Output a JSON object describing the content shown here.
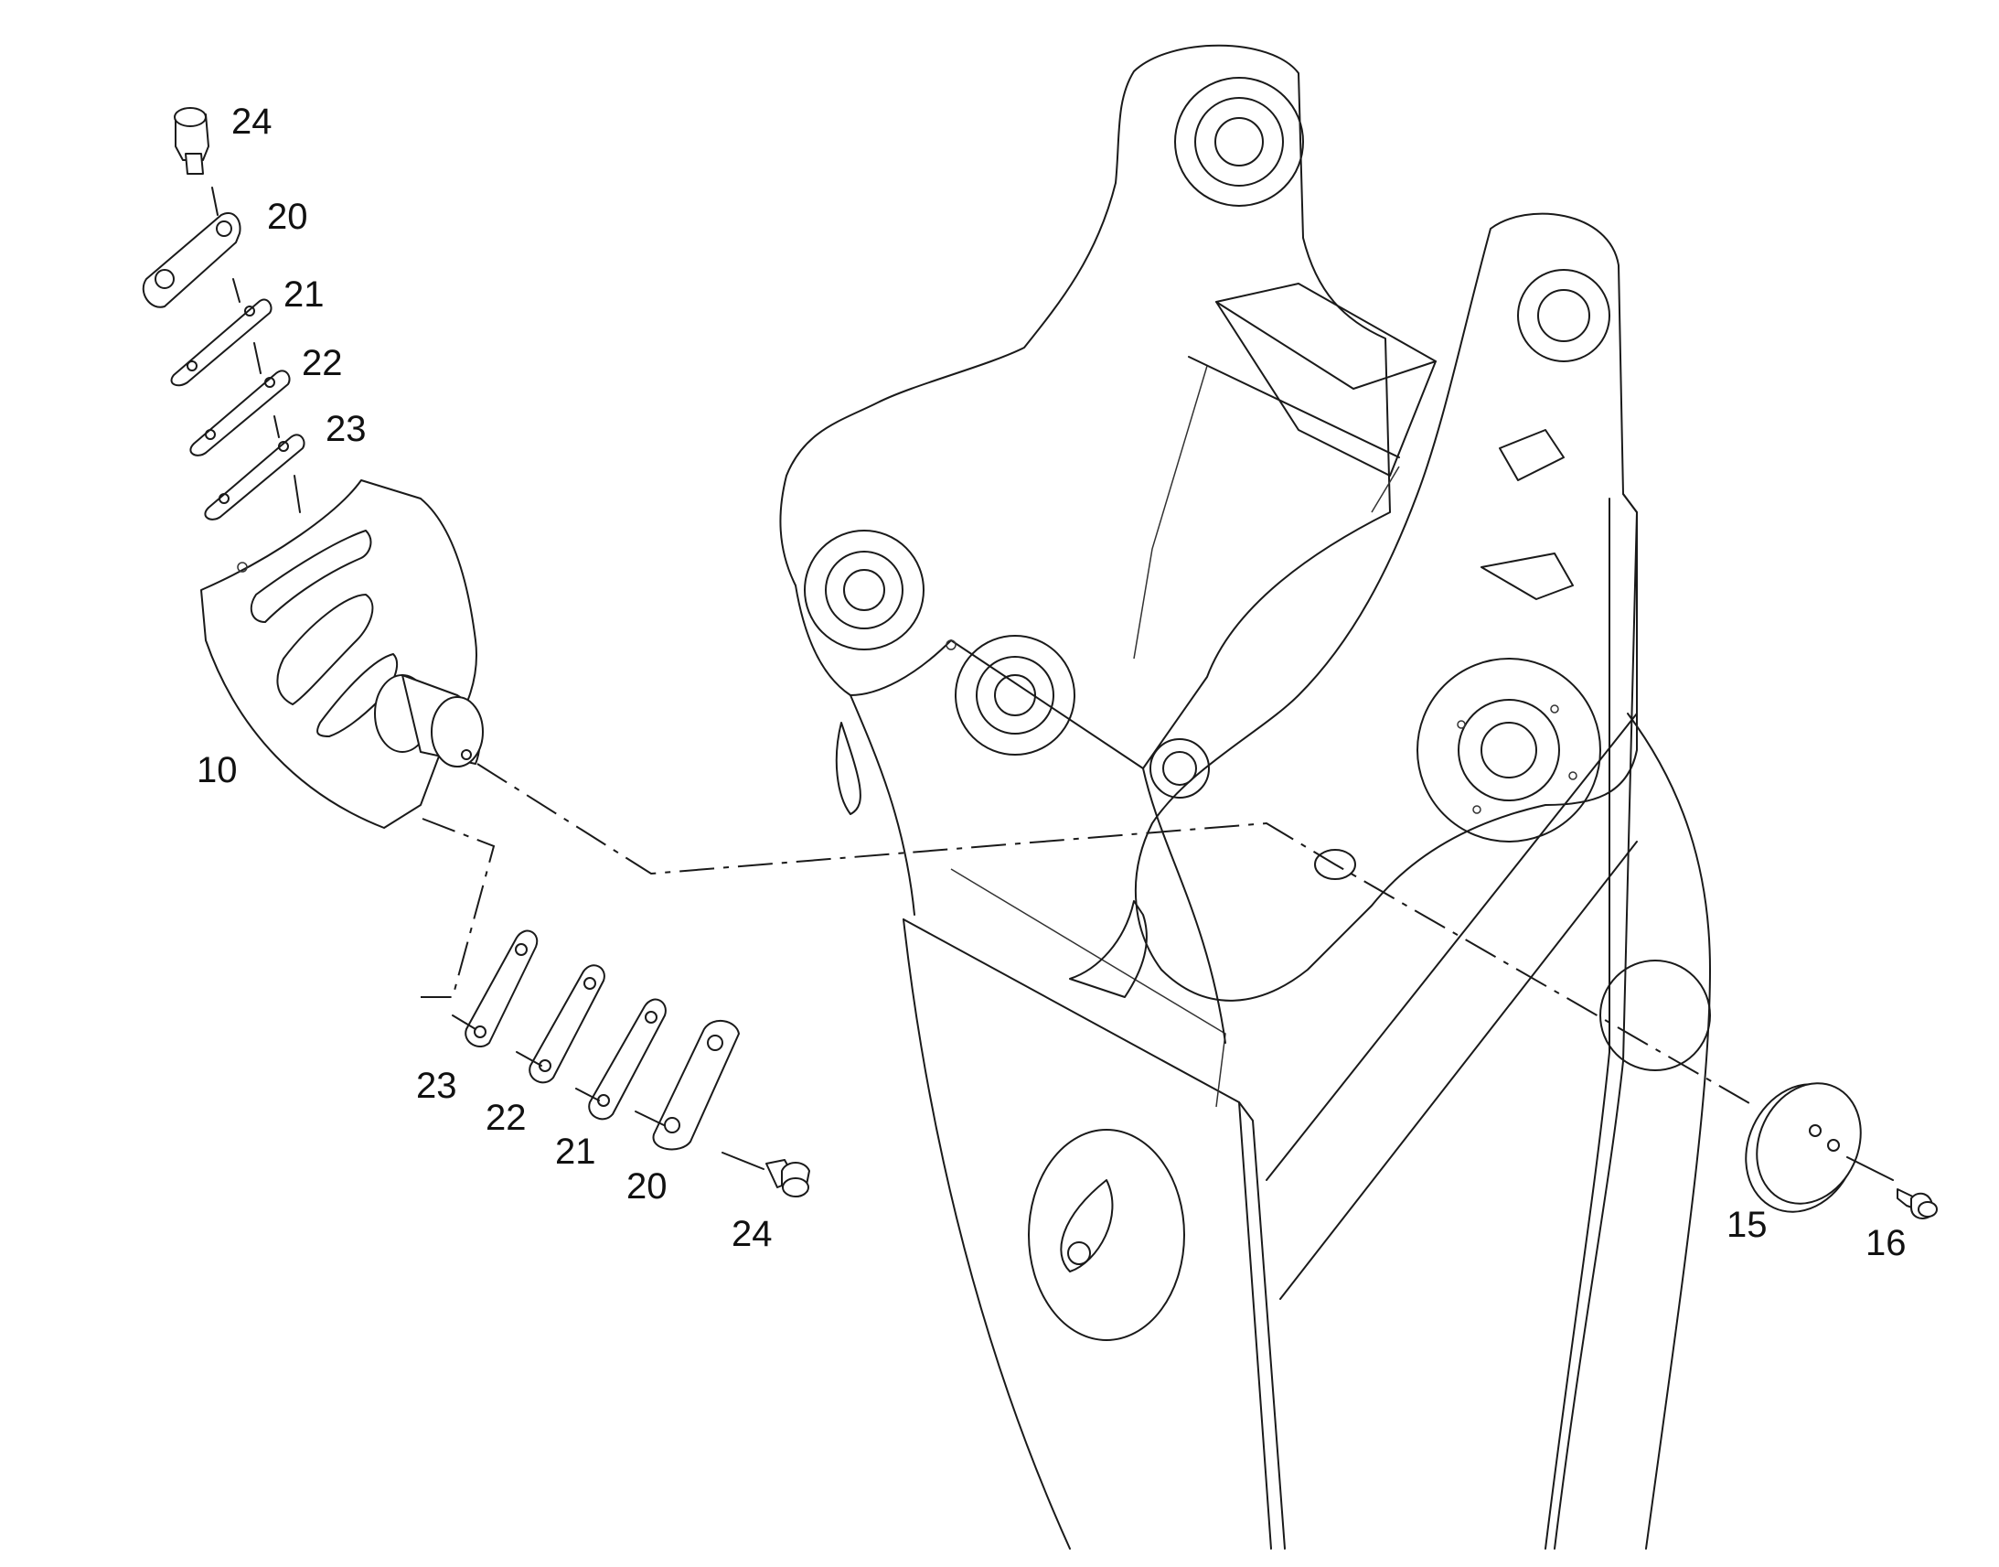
{
  "diagram": {
    "type": "exploded-parts-view",
    "colors": {
      "line": "#1a1a1a",
      "background": "#ffffff"
    }
  },
  "callouts": {
    "top_bolt": "24",
    "top_plate_20": "20",
    "top_shim_21": "21",
    "top_shim_22": "22",
    "top_shim_23": "23",
    "pin_10": "10",
    "bottom_shim_23": "23",
    "bottom_shim_22": "22",
    "bottom_shim_21": "21",
    "bottom_plate_20": "20",
    "bottom_bolt": "24",
    "washer_15": "15",
    "screw_16": "16"
  }
}
